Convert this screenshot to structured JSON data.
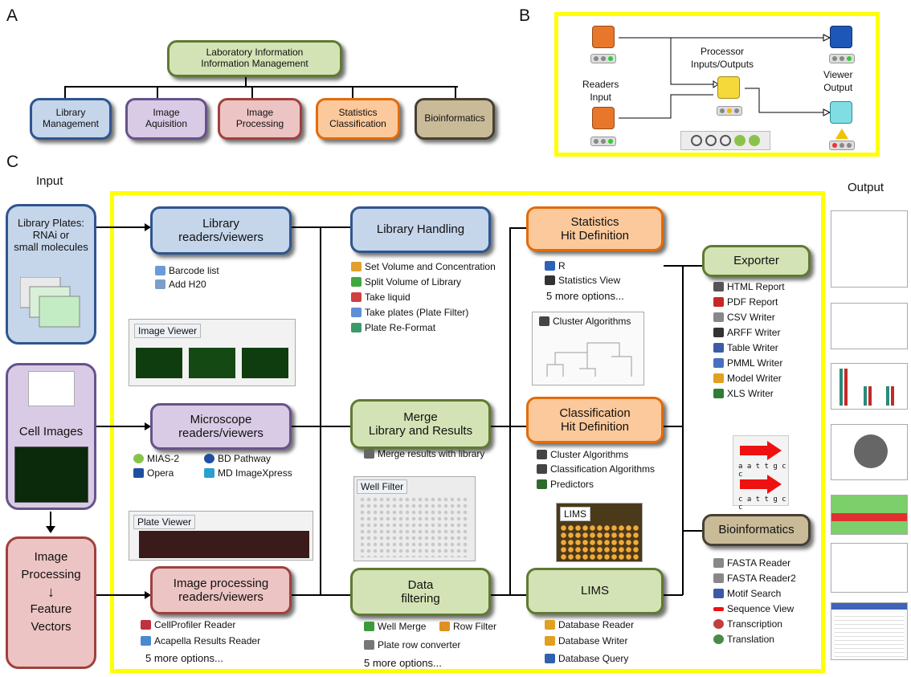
{
  "panels": {
    "a": "A",
    "b": "B",
    "c": "C"
  },
  "panel_a": {
    "root": "Laboratory Information\nInformation Management",
    "children": [
      "Library\nManagement",
      "Image\nAquisition",
      "Image\nProcessing",
      "Statistics\nClassification",
      "Bioinformatics"
    ]
  },
  "panel_b": {
    "readers_input": "Readers\nInput",
    "processor": "Processor\nInputs/Outputs",
    "viewer_output": "Viewer\nOutput",
    "toolbar_icons": [
      "node-icon",
      "stop-icon",
      "grid-icon",
      "fast-forward-icon",
      "play-icon"
    ]
  },
  "panel_c": {
    "input_label": "Input",
    "output_label": "Output",
    "inputs": {
      "library_plates": "Library Plates:\nRNAi or\nsmall molecules",
      "cell_images": "Cell Images",
      "image_processing": "Image\nProcessing",
      "feature_vectors": "Feature\nVectors"
    },
    "boxes": {
      "library_readers": "Library\nreaders/viewers",
      "library_handling": "Library Handling",
      "statistics": "Statistics\nHit Definition",
      "exporter": "Exporter",
      "microscope_readers": "Microscope\nreaders/viewers",
      "merge": "Merge\nLibrary and Results",
      "classification": "Classification\nHit Definition",
      "bioinformatics": "Bioinformatics",
      "image_processing_readers": "Image processing\nreaders/viewers",
      "data_filtering": "Data\nfiltering",
      "lims": "LIMS"
    },
    "library_readers_items": [
      "Barcode list",
      "Add H20"
    ],
    "library_handling_items": [
      "Set Volume and Concentration",
      "Split Volume of Library",
      "Take liquid",
      "Take plates (Plate Filter)",
      "Plate Re-Format"
    ],
    "statistics_items": [
      "R",
      "Statistics View",
      "5 more options..."
    ],
    "cluster_label": "Cluster Algorithms",
    "exporter_items": [
      "HTML Report",
      "PDF Report",
      "CSV Writer",
      "ARFF Writer",
      "Table Writer",
      "PMML Writer",
      "Model Writer",
      "XLS Writer"
    ],
    "image_viewer_title": "Image Viewer",
    "microscope_items": [
      "MIAS-2",
      "BD Pathway",
      "Opera",
      "MD ImageXpress"
    ],
    "merge_items": [
      "Merge results with library"
    ],
    "classification_items": [
      "Cluster Algorithms",
      "Classification Algorithms",
      "Predictors"
    ],
    "sequences": [
      "a a t t g c c",
      "c a t t g c c"
    ],
    "well_filter_title": "Well Filter",
    "plate_viewer_title": "Plate Viewer",
    "lims_thumb_title": "LIMS",
    "bioinformatics_items": [
      "FASTA Reader",
      "FASTA Reader2",
      "Motif Search",
      "Sequence View",
      "Transcription",
      "Translation"
    ],
    "image_processing_items": [
      "CellProfiler Reader",
      "Acapella Results Reader",
      "5 more options..."
    ],
    "data_filtering_items": [
      "Well Merge",
      "Row Filter",
      "Plate row converter",
      "5 more options..."
    ],
    "lims_items": [
      "Database Reader",
      "Database Writer",
      "Database Query"
    ]
  },
  "colors": {
    "highlight_border": "#ffff00",
    "blue_border": "#2f558f",
    "purple_border": "#67538a",
    "red_border": "#a0403e",
    "orange_border": "#e26b0a",
    "tan_border": "#474033",
    "green_border": "#5f7a32"
  }
}
